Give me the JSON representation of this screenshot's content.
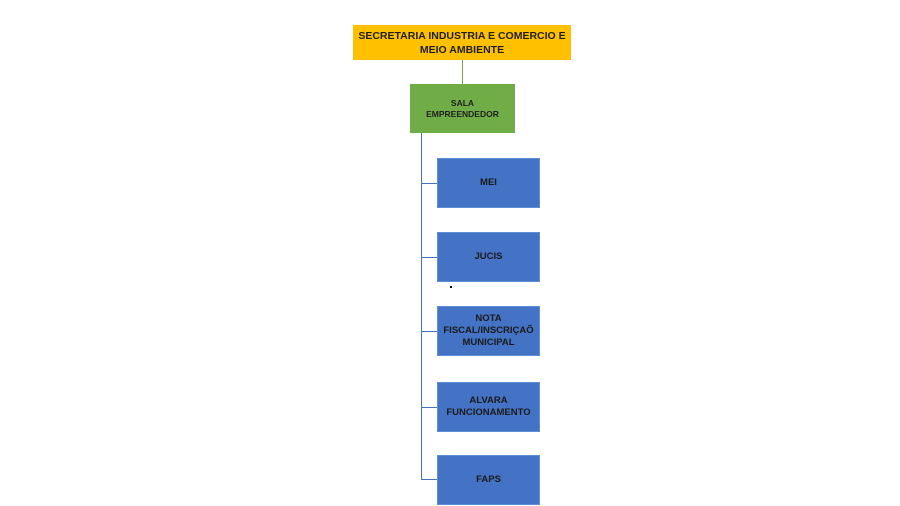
{
  "root": {
    "label": "SECRETARIA INDUSTRIA E COMERCIO E MEIO AMBIENTE"
  },
  "child": {
    "label": "SALA EMPREENDEDOR"
  },
  "items": [
    {
      "label": "MEI"
    },
    {
      "label": "JUCIS"
    },
    {
      "label": "NOTA FISCAL/INSCRIÇAÕ MUNICIPAL"
    },
    {
      "label": "ALVARA FUNCIONAMENTO"
    },
    {
      "label": "FAPS"
    }
  ],
  "colors": {
    "root": "#ffc000",
    "child": "#70ad47",
    "items": "#4472c4"
  }
}
